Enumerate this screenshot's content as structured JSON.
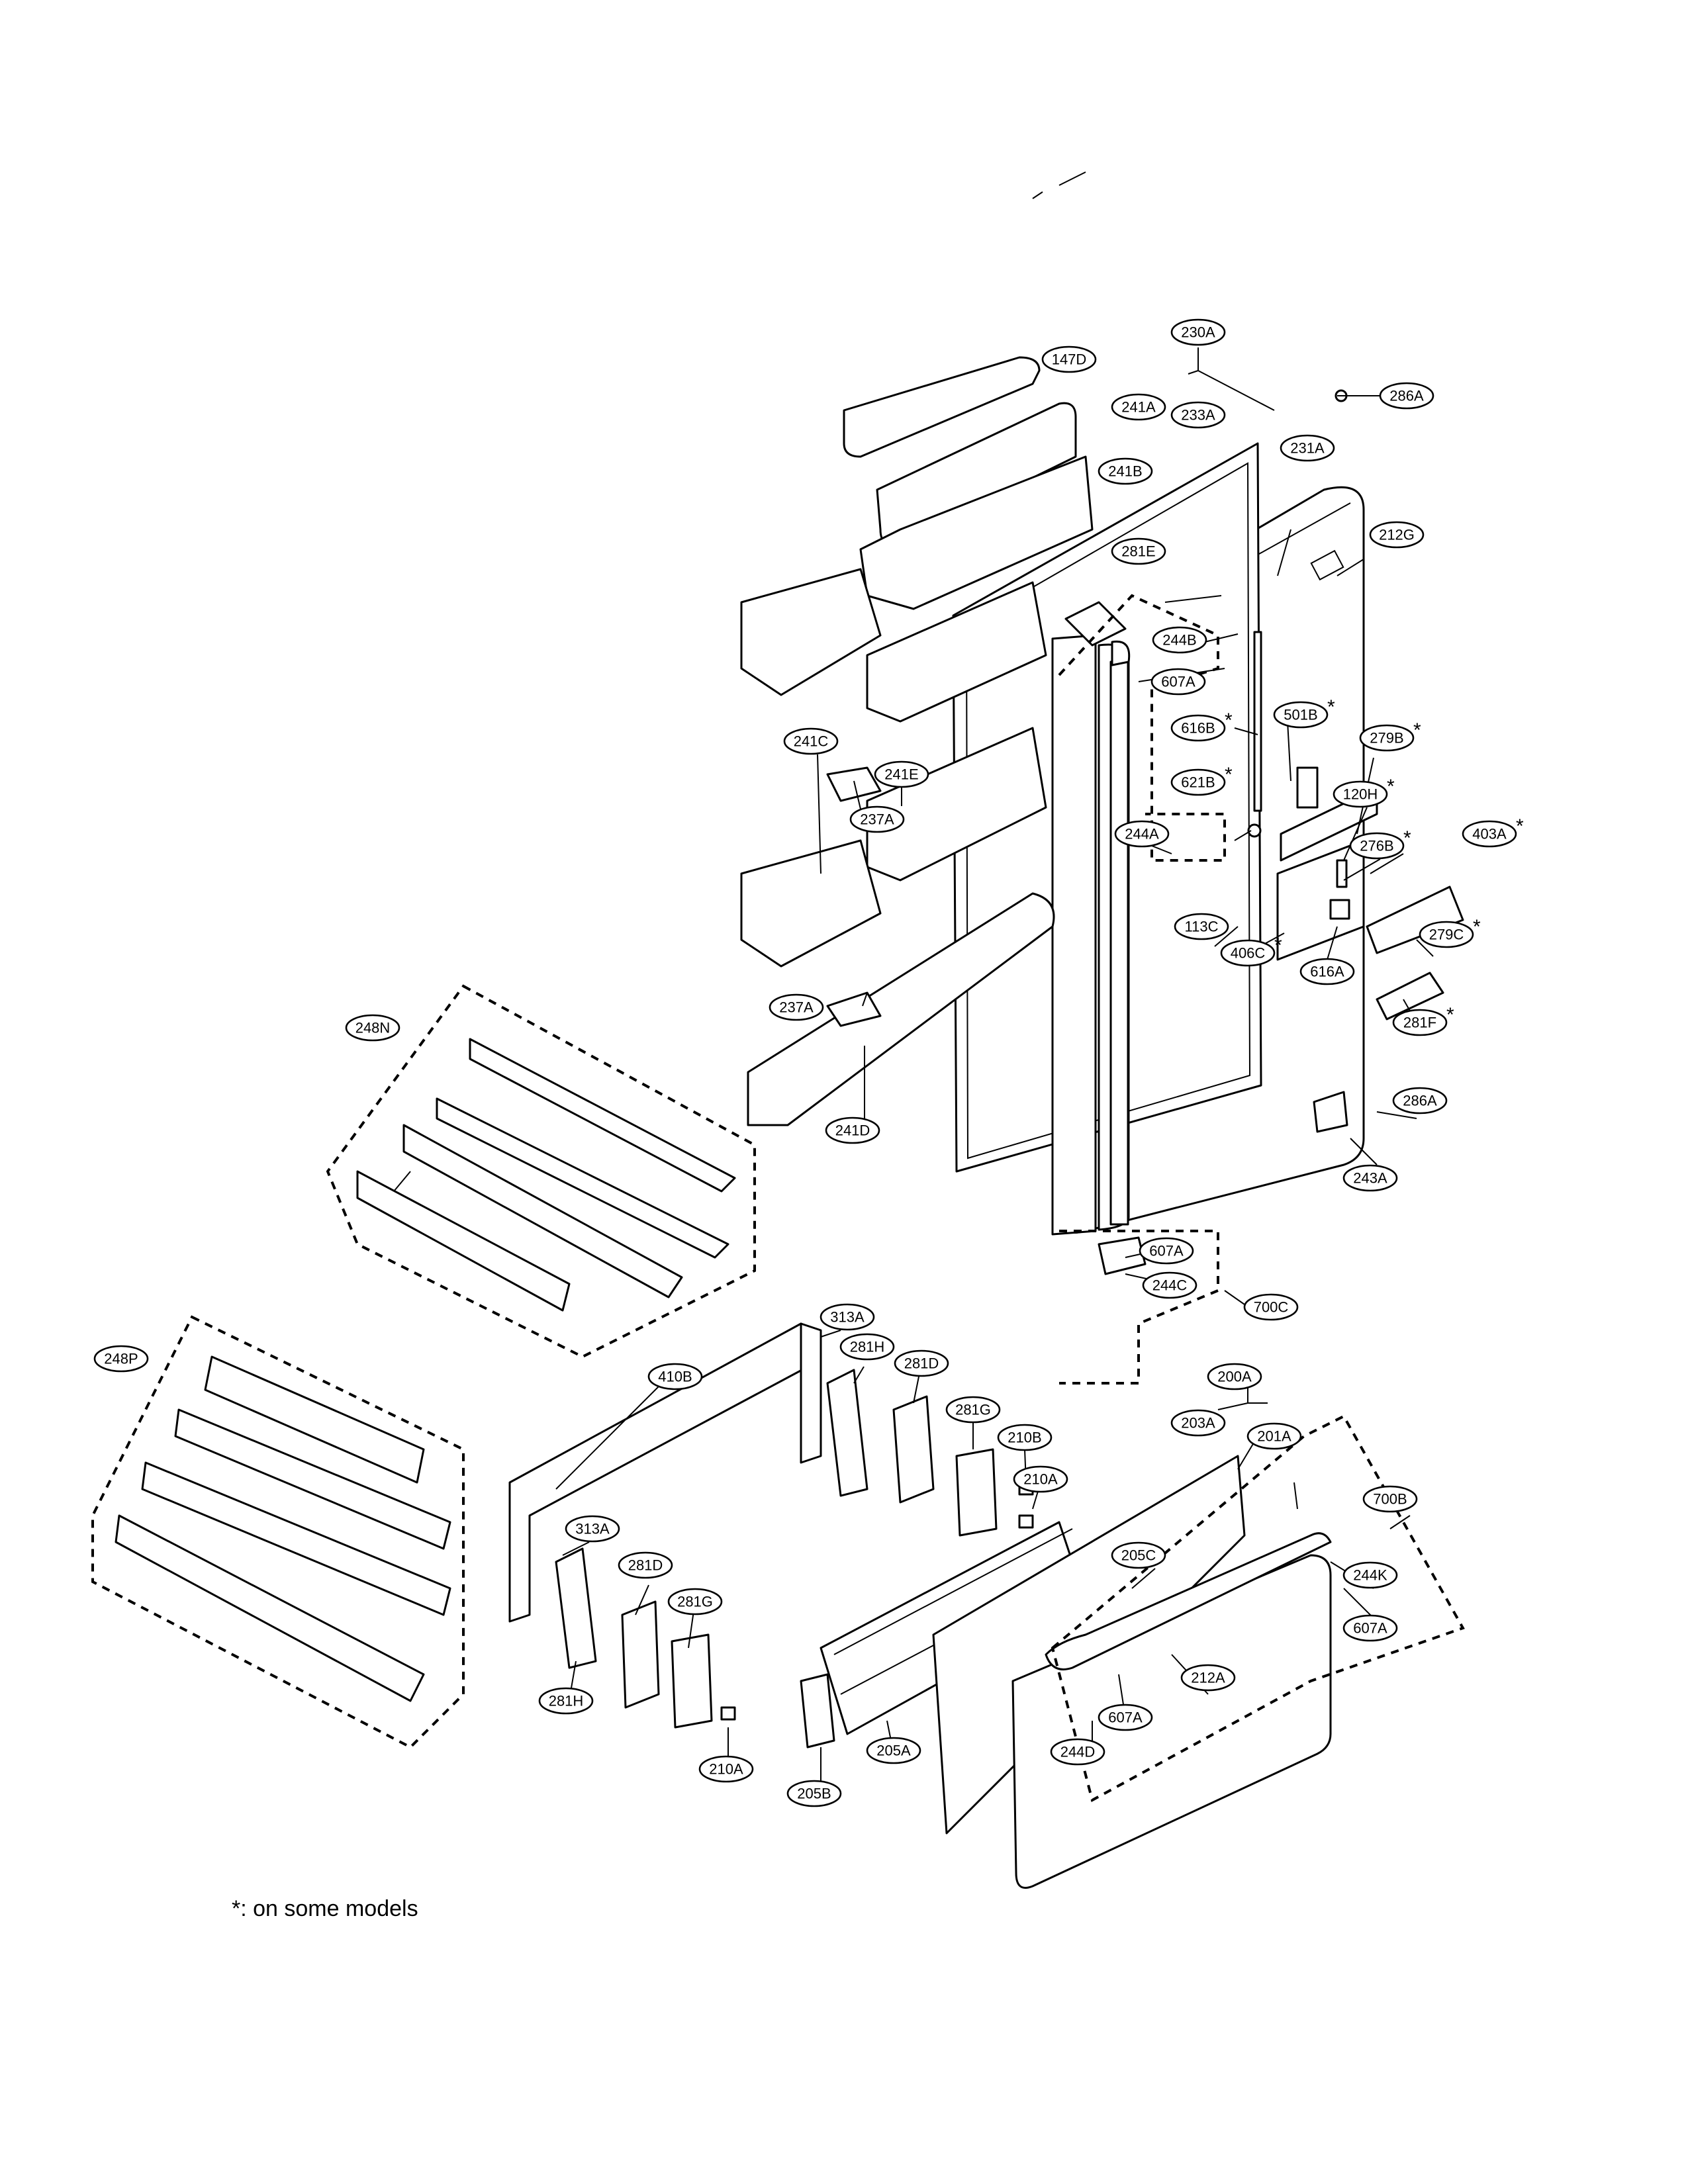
{
  "labels": [
    {
      "id": "147D",
      "star": false
    },
    {
      "id": "241A",
      "star": false
    },
    {
      "id": "241B",
      "star": false
    },
    {
      "id": "230A",
      "star": false
    },
    {
      "id": "233A",
      "star": false
    },
    {
      "id": "231A",
      "star": false
    },
    {
      "id": "286A",
      "star": false
    },
    {
      "id": "212G",
      "star": false
    },
    {
      "id": "281E",
      "star": false
    },
    {
      "id": "244B",
      "star": false
    },
    {
      "id": "607A",
      "star": false
    },
    {
      "id": "616B",
      "star": true
    },
    {
      "id": "501B",
      "star": true
    },
    {
      "id": "279B",
      "star": true
    },
    {
      "id": "621B",
      "star": true
    },
    {
      "id": "120H",
      "star": true
    },
    {
      "id": "276B",
      "star": true
    },
    {
      "id": "403A",
      "star": true
    },
    {
      "id": "244A",
      "star": false
    },
    {
      "id": "113C",
      "star": false
    },
    {
      "id": "406C",
      "star": true
    },
    {
      "id": "616A",
      "star": false
    },
    {
      "id": "279C",
      "star": true
    },
    {
      "id": "281F",
      "star": true
    },
    {
      "id": "241C",
      "star": false
    },
    {
      "id": "241E",
      "star": false
    },
    {
      "id": "237A",
      "star": false
    },
    {
      "id": "237A",
      "star": false
    },
    {
      "id": "241D",
      "star": false
    },
    {
      "id": "248N",
      "star": false
    },
    {
      "id": "286A",
      "star": false
    },
    {
      "id": "243A",
      "star": false
    },
    {
      "id": "607A",
      "star": false
    },
    {
      "id": "244C",
      "star": false
    },
    {
      "id": "700C",
      "star": false
    },
    {
      "id": "248P",
      "star": false
    },
    {
      "id": "313A",
      "star": false
    },
    {
      "id": "281H",
      "star": false
    },
    {
      "id": "281D",
      "star": false
    },
    {
      "id": "410B",
      "star": false
    },
    {
      "id": "281G",
      "star": false
    },
    {
      "id": "210B",
      "star": false
    },
    {
      "id": "210A",
      "star": false
    },
    {
      "id": "200A",
      "star": false
    },
    {
      "id": "203A",
      "star": false
    },
    {
      "id": "201A",
      "star": false
    },
    {
      "id": "700B",
      "star": false
    },
    {
      "id": "313A",
      "star": false
    },
    {
      "id": "205C",
      "star": false
    },
    {
      "id": "244K",
      "star": false
    },
    {
      "id": "281D",
      "star": false
    },
    {
      "id": "281G",
      "star": false
    },
    {
      "id": "607A",
      "star": false
    },
    {
      "id": "212A",
      "star": false
    },
    {
      "id": "281H",
      "star": false
    },
    {
      "id": "607A",
      "star": false
    },
    {
      "id": "244D",
      "star": false
    },
    {
      "id": "205A",
      "star": false
    },
    {
      "id": "210A",
      "star": false
    },
    {
      "id": "205B",
      "star": false
    }
  ],
  "footnote": {
    "symbol": "*",
    "text": ": on some models"
  }
}
